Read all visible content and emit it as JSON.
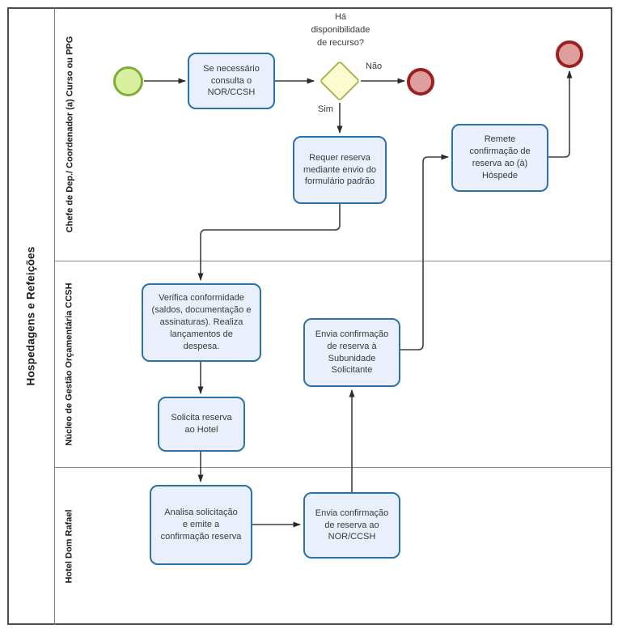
{
  "pool": {
    "title": "Hospedagens e Refeições"
  },
  "lanes": [
    {
      "label": "Chefe de Dep./ Coordenador (a) Curso ou PPG"
    },
    {
      "label": "Núcleo de Gestão Orçamentária CCSH"
    },
    {
      "label": "Hotel Dom Rafael"
    }
  ],
  "gateway": {
    "question": "Há\ndisponibilidade\nde recurso?",
    "no_label": "Não",
    "yes_label": "Sim"
  },
  "tasks": {
    "consulta_nor": "Se necessário\nconsulta o\nNOR/CCSH",
    "requer_reserva": "Requer reserva\nmediante envio do\nformulário padrão",
    "remete_confirmacao": "Remete\nconfirmação de\nreserva ao (à)\nHóspede",
    "verifica_conformidade": "Verifica conformidade\n(saldos, documentação e\nassinaturas). Realiza\nlançamentos de\ndespesa.",
    "solicita_reserva": "Solicita reserva\nao Hotel",
    "envia_confirmacao_subunidade": "Envia confirmação\nde reserva à\nSubunidade\nSolicitante",
    "analisa_solicitacao": "Analisa solicitação\ne emite a\nconfirmação reserva",
    "envia_confirmacao_nor": "Envia confirmação\nde reserva ao\nNOR/CCSH"
  },
  "colors": {
    "task_fill": "#e9effb",
    "task_border": "#2a72ab",
    "gateway_fill": "#fbfbd0",
    "gateway_border": "#b2b255",
    "start_fill": "#d9efa0",
    "start_border": "#7dae35",
    "end_fill": "#df9e9e",
    "end_border": "#9b1f1f",
    "connector": "#3f3f3f"
  }
}
